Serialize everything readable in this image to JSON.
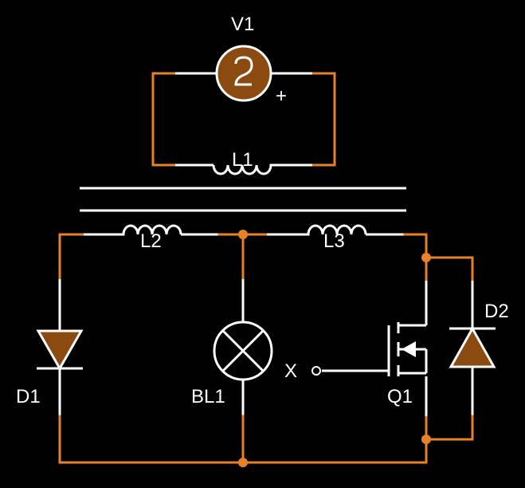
{
  "colors": {
    "background": "#000000",
    "wire": "#e8822a",
    "lead": "#ffffff",
    "component_fill": "#8b4a10"
  },
  "labels": {
    "v1": "V1",
    "v1_polarity": "+",
    "l1": "L1",
    "l2": "L2",
    "l3": "L3",
    "d1": "D1",
    "d2": "D2",
    "bl1": "BL1",
    "x": "X",
    "q1": "Q1"
  }
}
